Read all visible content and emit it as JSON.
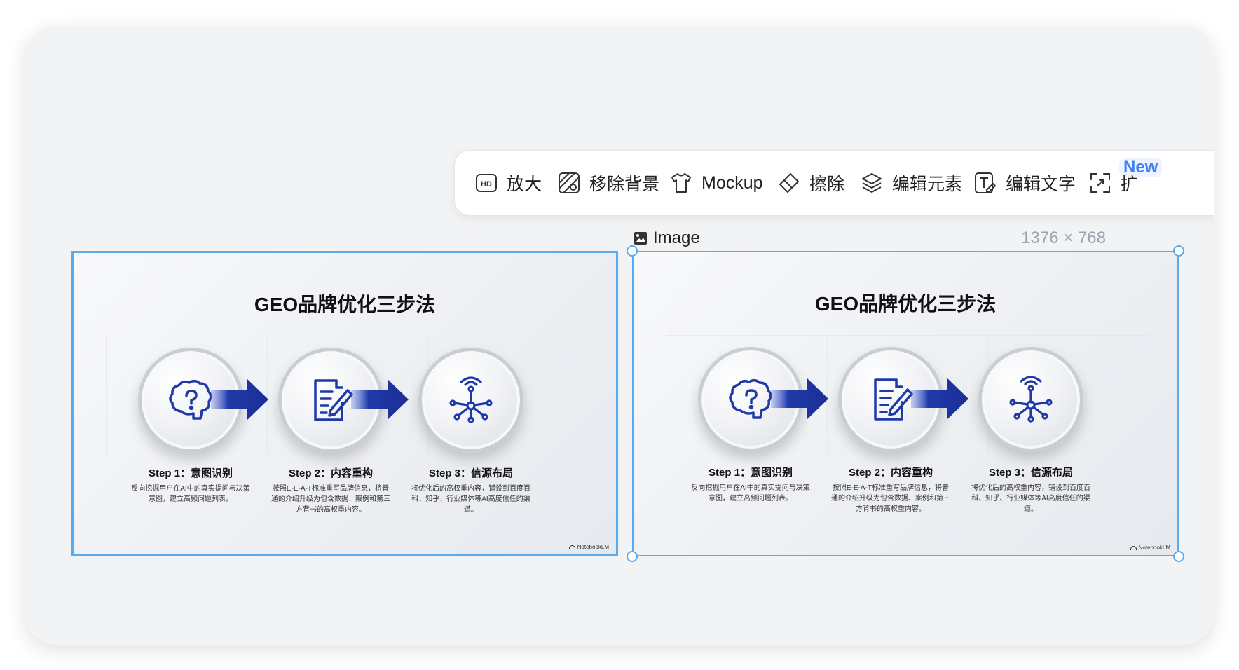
{
  "toolbar": {
    "items": [
      {
        "label": "放大",
        "icon": "hd-icon"
      },
      {
        "label": "移除背景",
        "icon": "remove-background-icon"
      },
      {
        "label": "Mockup",
        "icon": "tshirt-icon"
      },
      {
        "label": "擦除",
        "icon": "eraser-icon"
      },
      {
        "label": "编辑元素",
        "icon": "layers-icon"
      },
      {
        "label": "编辑文字",
        "icon": "edit-text-icon"
      },
      {
        "label": "扩",
        "icon": "expand-icon"
      }
    ],
    "new_badge": "New"
  },
  "canvas": {
    "image_label": "Image",
    "image_size": "1376 × 768"
  },
  "slide": {
    "title": "GEO品牌优化三步法",
    "steps": [
      {
        "title": "Step 1：意图识别",
        "desc": "反向挖掘用户在AI中的真实提问与决策意图，建立高频问题列表。",
        "icon": "brain-question-icon"
      },
      {
        "title": "Step 2：内容重构",
        "desc": "按照E-E-A-T标准重写品牌信息，将普通的介绍升级为包含数据、案例和第三方背书的高权重内容。",
        "icon": "document-pen-icon"
      },
      {
        "title": "Step 3：信源布局",
        "desc": "将优化后的高权重内容，铺设到百度百科、知乎、行业媒体等AI高度信任的渠道。",
        "icon": "network-broadcast-icon"
      }
    ],
    "watermark": "NotebookLM"
  },
  "colors": {
    "accent_blue": "#1f3aa8",
    "selection_border": "#5aaaf0",
    "new_badge": "#3b82f6"
  }
}
